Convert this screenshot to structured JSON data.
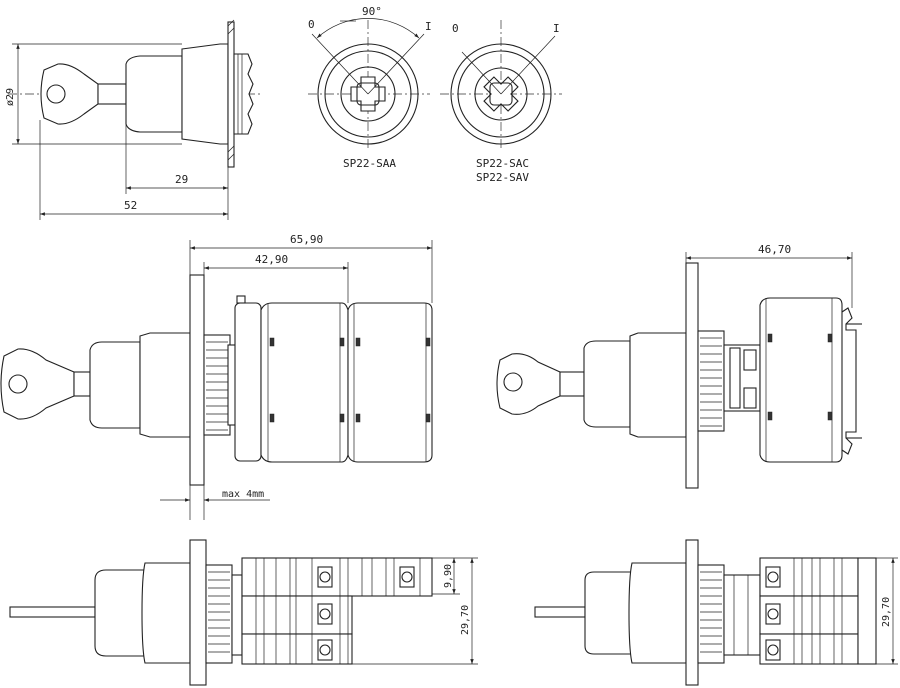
{
  "labels": {
    "diameter": "ø29",
    "len29": "29",
    "len52": "52",
    "angle": "90°",
    "pos0_a": "0",
    "posI_a": "I",
    "pos0_b": "0",
    "posI_b": "I",
    "model_a": "SP22-SAA",
    "model_b1": "SP22-SAC",
    "model_b2": "SP22-SAV",
    "dim_6590": "65,90",
    "dim_4290": "42,90",
    "dim_4670": "46,70",
    "max4mm": "max 4mm",
    "dim_990": "9,90",
    "dim_2970_left": "29,70",
    "dim_2970_right": "29,70"
  }
}
